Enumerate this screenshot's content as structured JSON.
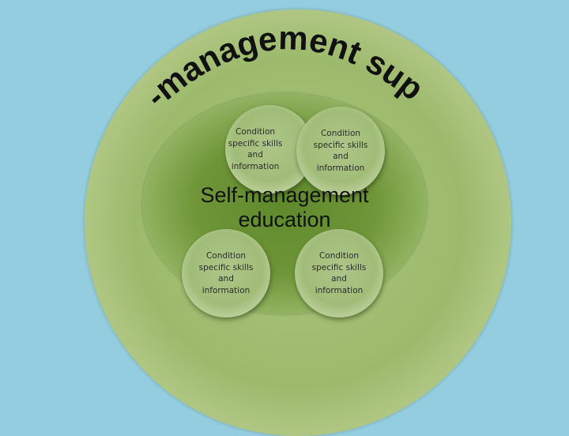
{
  "outer": {
    "arc_text": "Self-management support"
  },
  "center": {
    "line1": "Self-management",
    "line2": "education"
  },
  "bubbles": [
    {
      "line1": "Condition",
      "line2": "specific skills",
      "line3": "and",
      "line4": "information"
    },
    {
      "line1": "Condition",
      "line2": "specific skills",
      "line3": "and",
      "line4": "information"
    },
    {
      "line1": "Condition",
      "line2": "specific skills",
      "line3": "and",
      "line4": "information"
    },
    {
      "line1": "Condition",
      "line2": "specific skills",
      "line3": "and",
      "line4": "information"
    }
  ],
  "colors": {
    "background": "#94cde0",
    "outer_ring": "#a9c47c",
    "inner_ring": "#5e8a2c",
    "bubble": "#aec689"
  }
}
